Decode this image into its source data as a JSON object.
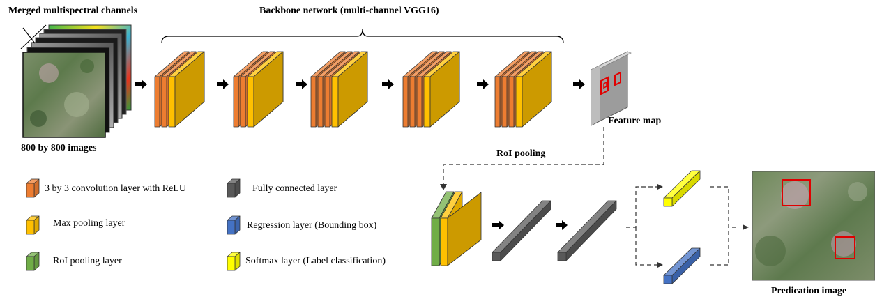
{
  "labels": {
    "merged_channels": "Merged multispectral channels",
    "backbone": "Backbone network (multi-channel VGG16)",
    "image_size": "800 by 800 images",
    "feature_map": "Feature map",
    "roi_pooling": "RoI pooling",
    "prediction": "Predication image"
  },
  "legend": [
    {
      "id": "conv",
      "label": "3 by 3 convolution layer with ReLU",
      "color": "#ED7D31"
    },
    {
      "id": "maxpool",
      "label": "Max pooling layer",
      "color": "#FFC000"
    },
    {
      "id": "roipool",
      "label": "RoI pooling layer",
      "color": "#70AD47"
    },
    {
      "id": "fc",
      "label": "Fully connected layer",
      "color": "#595959"
    },
    {
      "id": "regression",
      "label": "Regression layer (Bounding box)",
      "color": "#4472C4"
    },
    {
      "id": "softmax",
      "label": "Softmax layer (Label classification)",
      "color": "#FFFF00"
    }
  ],
  "colors": {
    "conv": "#ED7D31",
    "maxpool": "#FFC000",
    "roipool": "#70AD47",
    "fc": "#595959",
    "regression": "#4472C4",
    "softmax": "#FFFF00",
    "feature_map": "#BFBFBF",
    "box": "#E00000"
  }
}
